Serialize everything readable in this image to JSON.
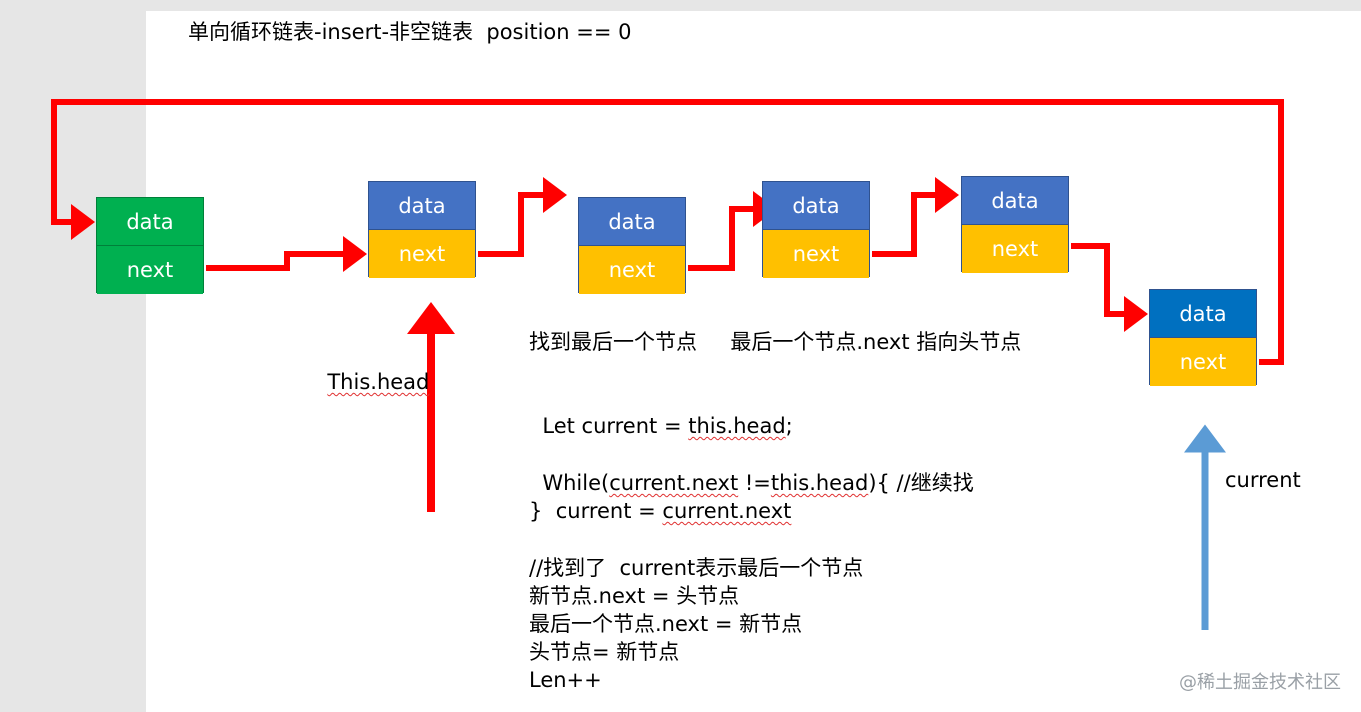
{
  "title": "单向循环链表-insert-非空链表  position == 0",
  "nodes": [
    {
      "data": "data",
      "next": "next"
    },
    {
      "data": "data",
      "next": "next"
    },
    {
      "data": "data",
      "next": "next"
    },
    {
      "data": "data",
      "next": "next"
    },
    {
      "data": "data",
      "next": "next"
    },
    {
      "data": "data",
      "next": "next"
    }
  ],
  "labels": {
    "head": "This.head",
    "current": "current"
  },
  "code": {
    "line1": "找到最后一个节点     最后一个节点.next 指向头节点",
    "line2_a": "Let current = ",
    "line2_b": "this.head",
    "line2_c": ";",
    "line3_a": "While(",
    "line3_b": "current.next",
    "line3_c": " !=",
    "line3_d": "this.head",
    "line3_e": "){ //继续找",
    "line4_a": "  current = ",
    "line4_b": "current.next",
    "line5": "}",
    "line6": "//找到了  current表示最后一个节点",
    "line7": "新节点.next = 头节点",
    "line8": "最后一个节点.next = 新节点",
    "line9": "头节点= 新节点",
    "line10": "Len++"
  },
  "watermark": "@稀土掘金技术社区",
  "colors": {
    "arrow_red": "#ff0000",
    "arrow_blue": "#5b9bd5",
    "node_blue": "#4472c4",
    "node_yellow": "#ffc000",
    "node_green": "#00b050",
    "node_deep_blue": "#0070c0"
  }
}
